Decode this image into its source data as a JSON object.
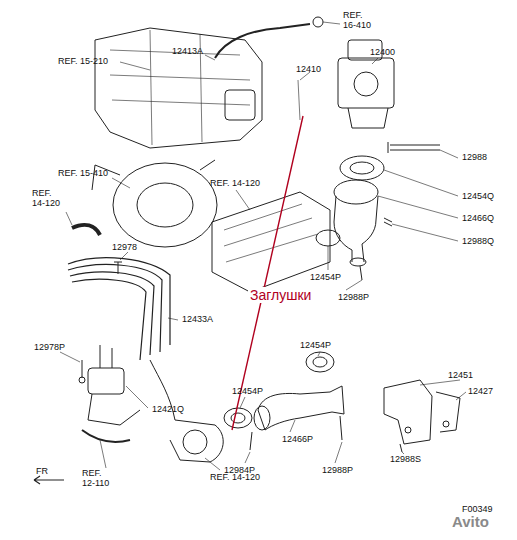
{
  "diagram": {
    "labels": [
      "REF. 15-210",
      "12413A",
      "REF. 16-410",
      "12400",
      "12410",
      "12988",
      "12454Q",
      "12466Q",
      "12988Q",
      "REF. 15-410",
      "REF. 14-120",
      "REF. 14-120",
      "12978",
      "12454P",
      "12988P",
      "Заглушки",
      "12433A",
      "12454P",
      "12978P",
      "12451",
      "12427",
      "12454P",
      "12421Q",
      "12466P",
      "12984P",
      "12988P",
      "12988S",
      "REF. 12-110",
      "REF. 14-120",
      "FR",
      "F00349",
      "Avito"
    ]
  }
}
